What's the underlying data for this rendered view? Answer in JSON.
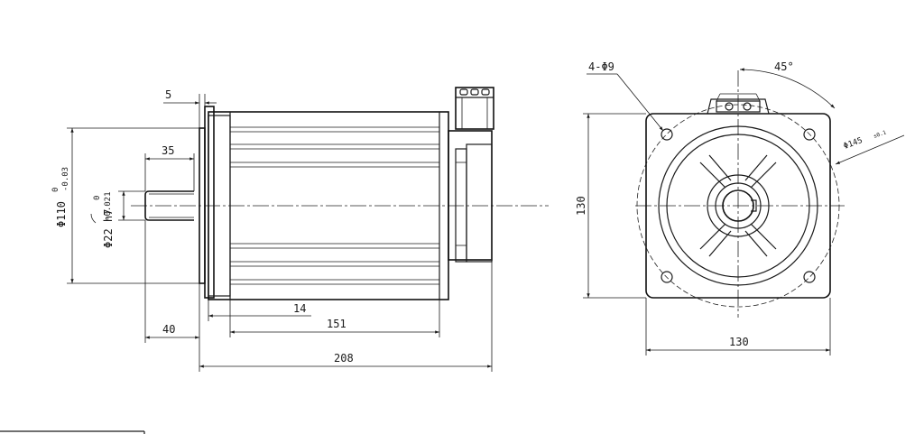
{
  "side_view": {
    "dim_flange_thickness": "5",
    "dim_shaft_length": "35",
    "dim_shaft_dia": "Φ22 h7",
    "tol_shaft_upper": "0",
    "tol_shaft_lower": "-0.021",
    "dim_spigot_dia": "Φ110",
    "tol_spigot_upper": "0",
    "tol_spigot_lower": "-0.03",
    "dim_14": "14",
    "dim_151": "151",
    "dim_40": "40",
    "dim_208": "208"
  },
  "front_view": {
    "dim_holes": "4-Φ9",
    "dim_angle": "45°",
    "dim_pcd": "Φ145",
    "tol_pcd": "±0.1",
    "dim_height": "130",
    "dim_width": "130"
  },
  "colors": {
    "line": "#1a1a1a",
    "background": "#ffffff"
  }
}
